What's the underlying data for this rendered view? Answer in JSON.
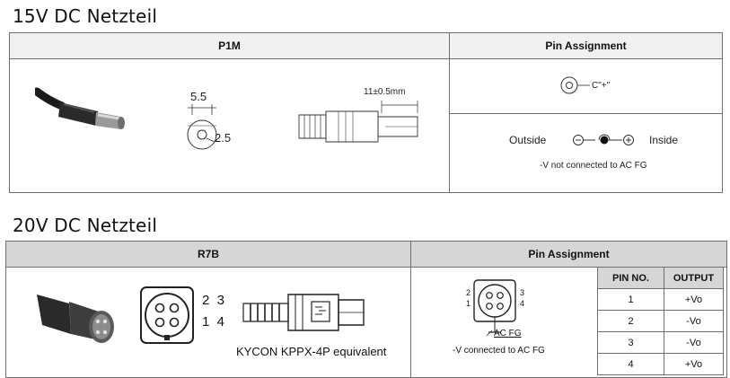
{
  "section1": {
    "title": "15V DC Netzteil",
    "col1_header": "P1M",
    "col2_header": "Pin Assignment",
    "dim_outer": "5.5",
    "dim_inner": "2.5",
    "dim_length": "11±0.5mm",
    "polarity_symbol_label": "C\"+\"",
    "outside_label": "Outside",
    "inside_label": "Inside",
    "note": "-V not connected to AC FG"
  },
  "section2": {
    "title": "20V DC Netzteil",
    "col1_header": "R7B",
    "col2_header": "Pin Assignment",
    "pin_numbers_top": "2  3",
    "pin_numbers_bottom": "1  4",
    "connector_label": "KYCON KPPX-4P equivalent",
    "diagram_ac_fg": "AC FG",
    "diagram_note": "-V connected to AC FG",
    "diagram_pins": {
      "p1": "1",
      "p2": "2",
      "p3": "3",
      "p4": "4"
    },
    "pin_table": {
      "headers": [
        "PIN NO.",
        "OUTPUT"
      ],
      "rows": [
        [
          "1",
          "+Vo"
        ],
        [
          "2",
          "-Vo"
        ],
        [
          "3",
          "-Vo"
        ],
        [
          "4",
          "+Vo"
        ]
      ]
    }
  }
}
